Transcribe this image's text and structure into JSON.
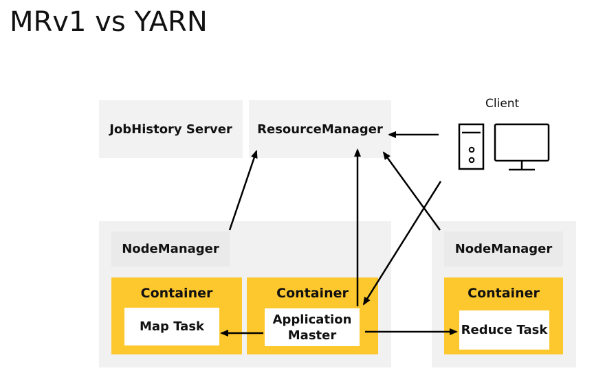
{
  "title": "MRv1 vs YARN",
  "jobhistory": {
    "label": "JobHistory Server"
  },
  "resourcemanager": {
    "label": "ResourceManager"
  },
  "client": {
    "label": "Client"
  },
  "left_node": {
    "label": "NodeManager",
    "container_1": {
      "title": "Container",
      "task": "Map Task"
    },
    "container_2": {
      "title": "Container",
      "task_line1": "Application",
      "task_line2": "Master"
    }
  },
  "right_node": {
    "label": "NodeManager",
    "container": {
      "title": "Container",
      "task": "Reduce Task"
    }
  },
  "colors": {
    "container_yellow": "#fdc72e",
    "panel_gray": "#f1f1f1",
    "arrow": "#000000"
  },
  "icons": [
    "desktop-tower-icon",
    "monitor-icon"
  ]
}
